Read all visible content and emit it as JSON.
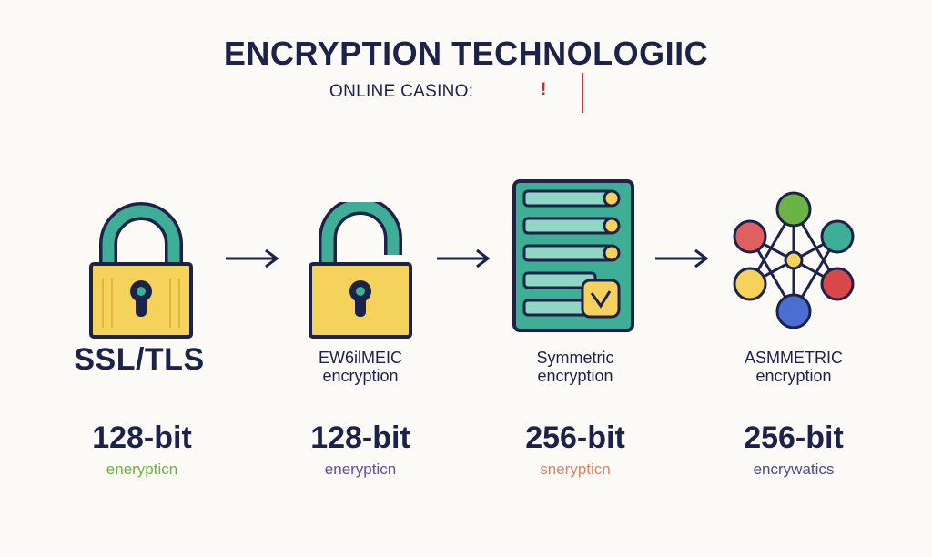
{
  "header": {
    "title": "ENCRYPTION TECHNOLOGIIC",
    "subtitle": "ONLINE CASINO:",
    "subtitle_mark": "!"
  },
  "steps": [
    {
      "icon": "padlock-icon",
      "label_lines": [
        "SSL/TLS"
      ],
      "bits": "128-bit",
      "caption": "enerypticn",
      "caption_color": "#6bb344"
    },
    {
      "icon": "padlock-icon",
      "label_lines": [
        "EW6ilMEIC",
        "encryption"
      ],
      "bits": "128-bit",
      "caption": "enerypticn",
      "caption_color": "#6a4aa0"
    },
    {
      "icon": "server-icon",
      "label_lines": [
        "Symmetric",
        "encryption"
      ],
      "bits": "256-bit",
      "caption": "snerypticn",
      "caption_color": "#d9826b"
    },
    {
      "icon": "network-node-icon",
      "label_lines": [
        "ASMMETRIC",
        "encryption"
      ],
      "bits": "256-bit",
      "caption": "encrywatics",
      "caption_color": "#4a4e86"
    }
  ],
  "colors": {
    "dark": "#1d2348",
    "teal": "#3fae96",
    "gold": "#f4d25c",
    "accent_red": "#c8343c"
  }
}
